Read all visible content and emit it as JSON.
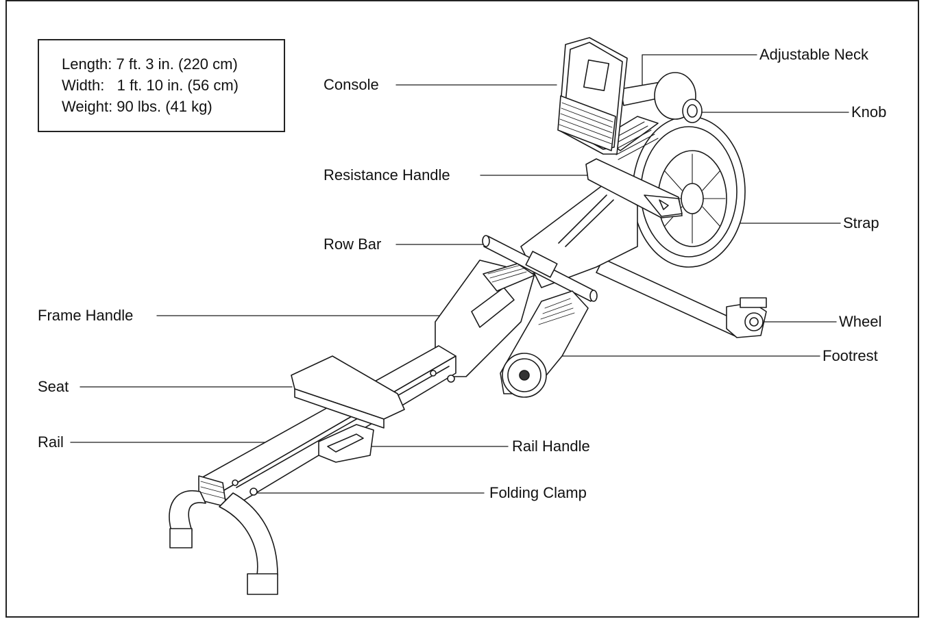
{
  "specs": {
    "length": "Length: 7 ft. 3 in. (220 cm)",
    "width": "Width:   1 ft. 10 in. (56 cm)",
    "weight": "Weight: 90 lbs. (41 kg)"
  },
  "labels": {
    "console": "Console",
    "adjustable_neck": "Adjustable Neck",
    "knob": "Knob",
    "resistance_handle": "Resistance Handle",
    "strap": "Strap",
    "row_bar": "Row Bar",
    "frame_handle": "Frame Handle",
    "wheel": "Wheel",
    "footrest": "Footrest",
    "seat": "Seat",
    "rail": "Rail",
    "rail_handle": "Rail Handle",
    "folding_clamp": "Folding Clamp"
  }
}
